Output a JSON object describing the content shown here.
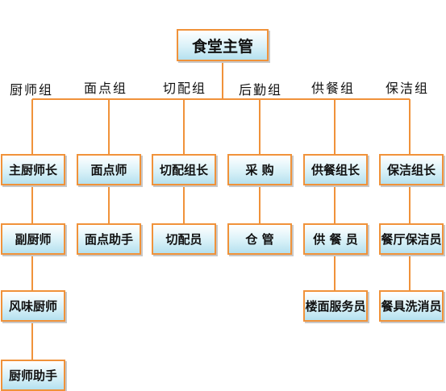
{
  "chart": {
    "root": "食堂主管",
    "groups": [
      {
        "label": "厨师组",
        "positions": [
          "主厨师长",
          "副厨师",
          "风味厨师",
          "厨师助手"
        ]
      },
      {
        "label": "面点组",
        "positions": [
          "面点师",
          "面点助手"
        ]
      },
      {
        "label": "切配组",
        "positions": [
          "切配组长",
          "切配员"
        ]
      },
      {
        "label": "后勤组",
        "positions": [
          "采 购",
          "仓 管"
        ]
      },
      {
        "label": "供餐组",
        "positions": [
          "供餐组长",
          "供 餐 员",
          "楼面服务员"
        ]
      },
      {
        "label": "保洁组",
        "positions": [
          "保洁组长",
          "餐厅保洁员",
          "餐具洗消员"
        ]
      }
    ]
  },
  "colors": {
    "line": "#f0923a",
    "border": "#f0923a"
  }
}
